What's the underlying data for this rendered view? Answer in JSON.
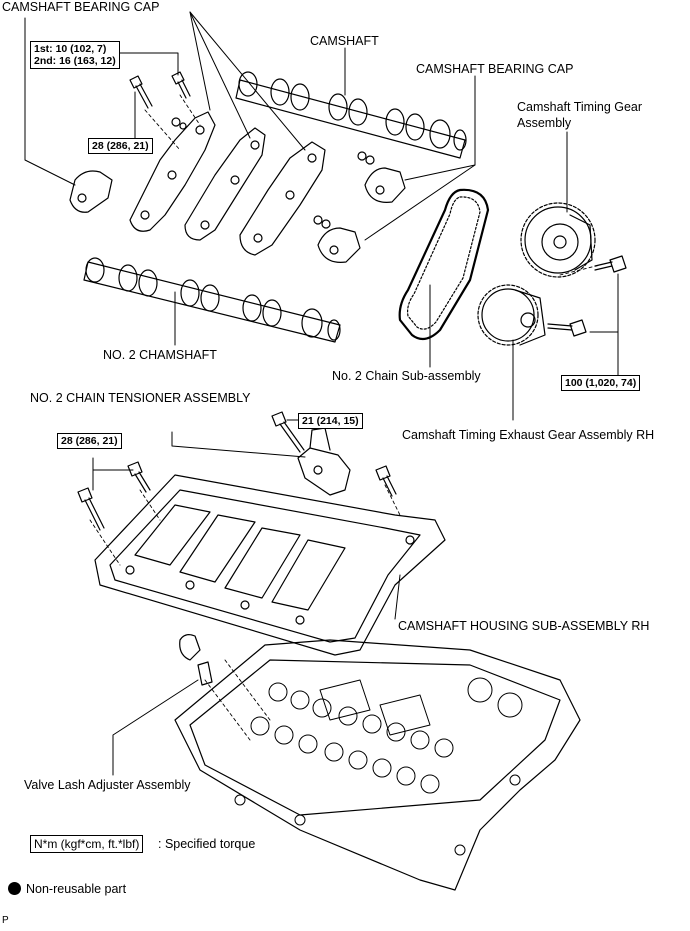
{
  "labels": {
    "camshaft_bearing_cap_top": "CAMSHAFT BEARING CAP",
    "camshaft": "CAMSHAFT",
    "camshaft_bearing_cap_right": "CAMSHAFT BEARING CAP",
    "timing_gear_line1": "Camshaft Timing Gear",
    "timing_gear_line2": "Assembly",
    "no2_camshaft": "NO. 2 CHAMSHAFT",
    "chain_sub": "No. 2 Chain Sub-assembly",
    "chain_tensioner": "NO. 2 CHAIN TENSIONER ASSEMBLY",
    "exhaust_gear": "Camshaft Timing Exhaust Gear Assembly RH",
    "housing": "CAMSHAFT HOUSING SUB-ASSEMBLY RH",
    "lash_adjuster": "Valve Lash Adjuster Assembly",
    "corner_code": "P"
  },
  "torques": {
    "bearing_cap_1st": "1st: 10 (102, 7)",
    "bearing_cap_2nd": "2nd: 16 (163, 12)",
    "cap_bolt": "28 (286, 21)",
    "tensioner_bolt": "21 (214, 15)",
    "housing_bolt": "28 (286, 21)",
    "gear_bolt": "100 (1,020, 74)"
  },
  "legend": {
    "torque_unit": "N*m (kgf*cm, ft.*lbf)",
    "torque_desc": ": Specified torque",
    "non_reusable": "Non-reusable part"
  }
}
